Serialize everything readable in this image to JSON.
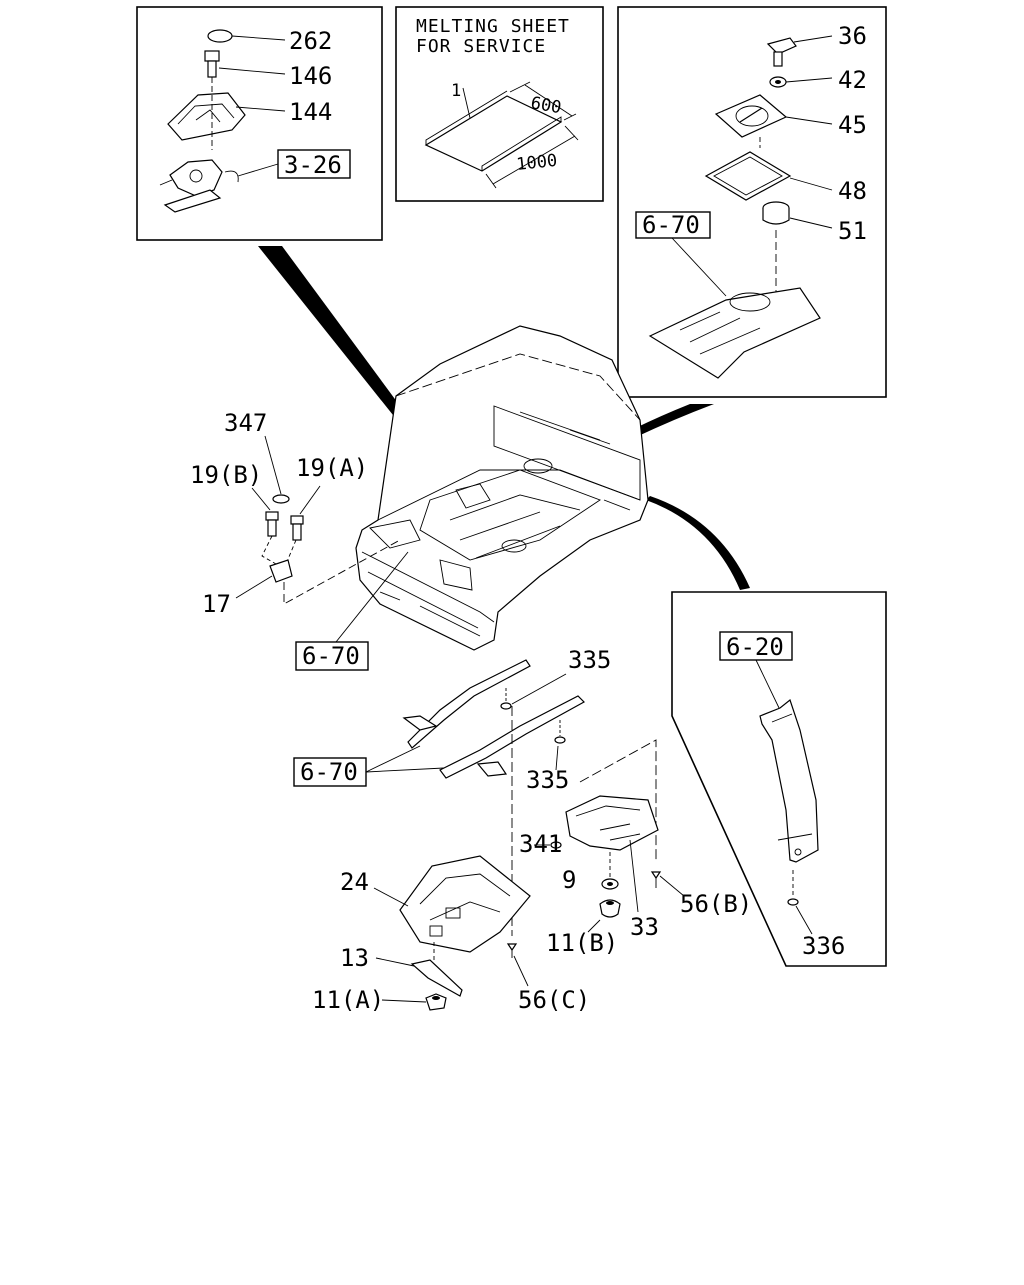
{
  "diagram": {
    "panels": {
      "melting_sheet_title_line1": "MELTING SHEET",
      "melting_sheet_title_line2": "FOR SERVICE",
      "dim_600": "600",
      "dim_1000": "1000"
    },
    "references": {
      "r_3_26": "3-26",
      "r_6_70_top": "6-70",
      "r_6_70_mid": "6-70",
      "r_6_70_low": "6-70",
      "r_6_20": "6-20"
    },
    "callouts": {
      "c262": "262",
      "c146": "146",
      "c144": "144",
      "c1": "1",
      "c36": "36",
      "c42": "42",
      "c45": "45",
      "c48": "48",
      "c51": "51",
      "c347": "347",
      "c19b": "19(B)",
      "c19a": "19(A)",
      "c17": "17",
      "c335a": "335",
      "c335b": "335",
      "c341": "341",
      "c9": "9",
      "c56b": "56(B)",
      "c11b": "11(B)",
      "c33": "33",
      "c24": "24",
      "c13": "13",
      "c11a": "11(A)",
      "c56c": "56(C)",
      "c336": "336"
    }
  }
}
